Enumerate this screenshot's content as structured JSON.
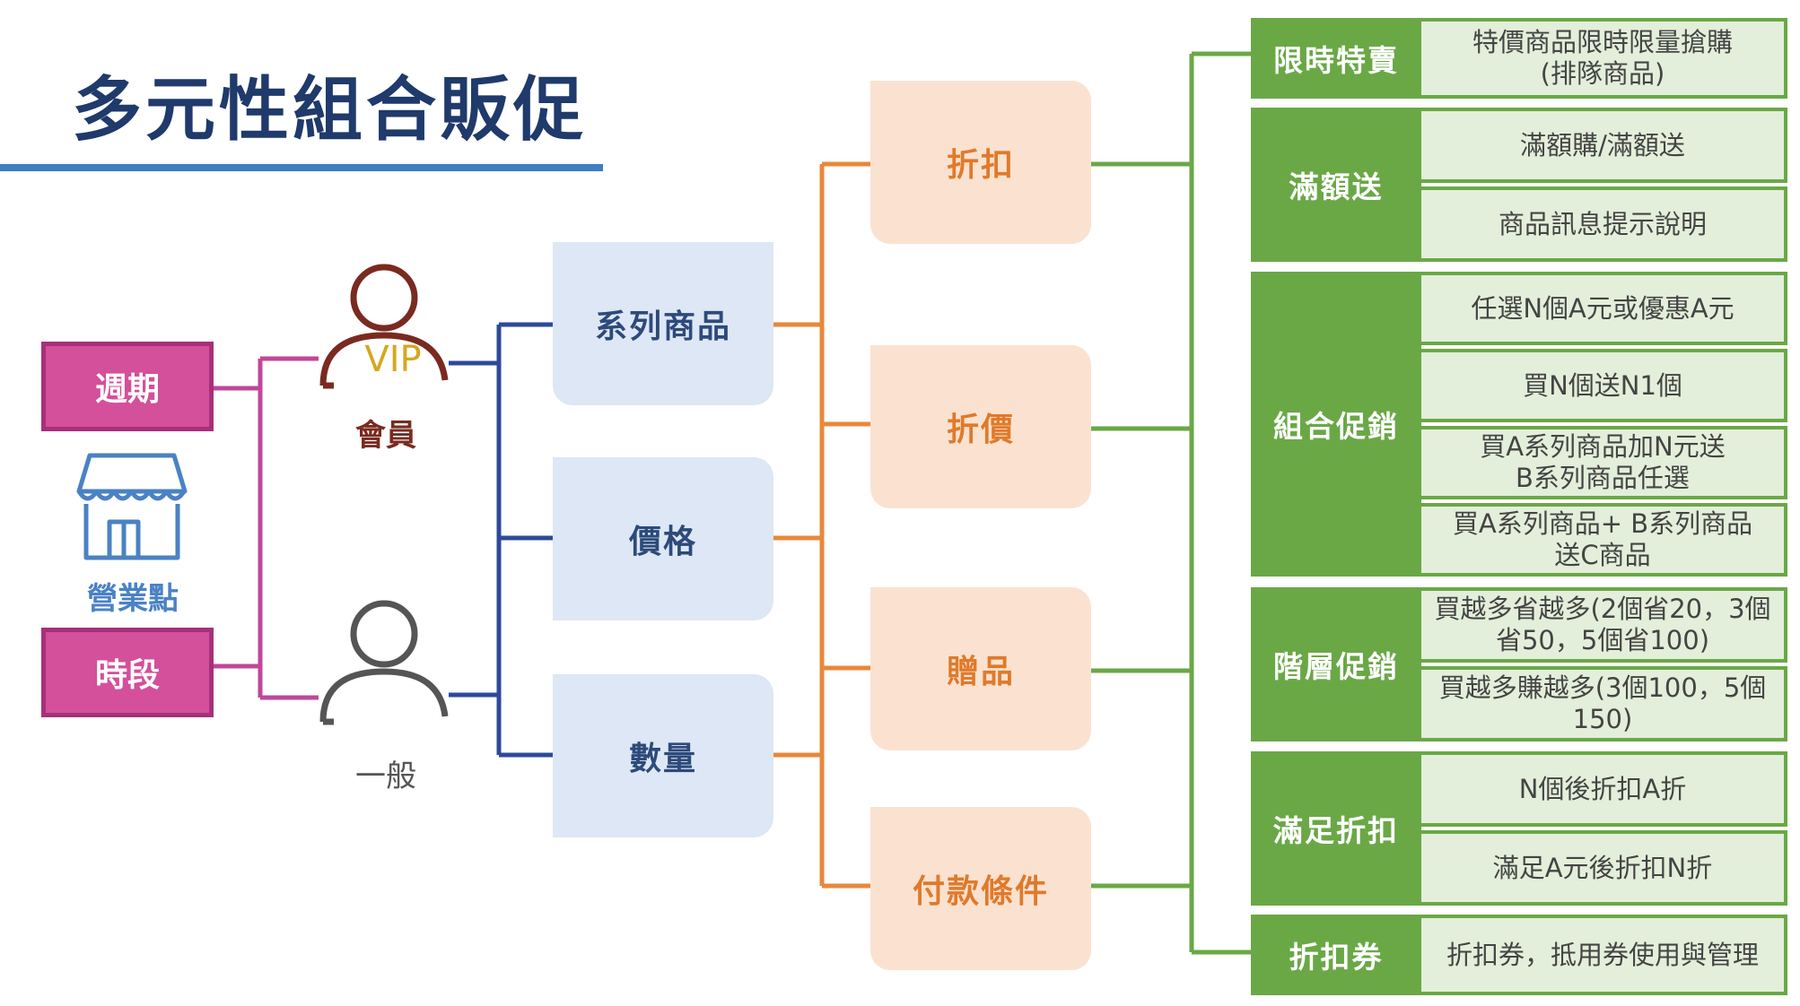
{
  "title": "多元性組合販促",
  "colors": {
    "title": "#1f3a6b",
    "rule": "#3d7fc1",
    "pink": "#d4509a",
    "navy": "#2d4a7a",
    "orange": "#e07a2a",
    "green": "#6aa846",
    "vip": "#7a2a20",
    "general": "#555555"
  },
  "left": {
    "period": "週期",
    "store_label": "營業點",
    "time_slot": "時段"
  },
  "members": {
    "vip_badge": "VIP",
    "vip_label": "會員",
    "general_label": "一般"
  },
  "dimensions": [
    "系列商品",
    "價格",
    "數量"
  ],
  "promo_types": [
    "折扣",
    "折價",
    "贈品",
    "付款條件"
  ],
  "categories": [
    {
      "name": "限時特賣",
      "items": [
        "特價商品限時限量搶購\n(排隊商品)"
      ]
    },
    {
      "name": "滿額送",
      "items": [
        "滿額購/滿額送",
        "商品訊息提示說明"
      ]
    },
    {
      "name": "組合促銷",
      "items": [
        "任選N個A元或優惠A元",
        "買N個送N1個",
        "買A系列商品加N元送\nB系列商品任選",
        "買A系列商品+ B系列商品\n送C商品"
      ]
    },
    {
      "name": "階層促銷",
      "items": [
        "買越多省越多(2個省20，3個\n省50，5個省100)",
        "買越多賺越多(3個100，5個\n150)"
      ]
    },
    {
      "name": "滿足折扣",
      "items": [
        "N個後折扣A折",
        "滿足A元後折扣N折"
      ]
    },
    {
      "name": "折扣券",
      "items": [
        "折扣券，抵用券使用與管理"
      ]
    }
  ]
}
